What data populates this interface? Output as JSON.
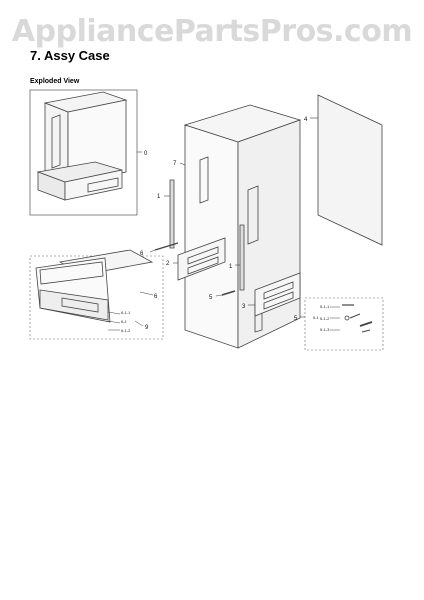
{
  "header": {
    "watermark": "AppliancePartsPros.com",
    "title": "7.  Assy Case",
    "subtitle": "Exploded View"
  },
  "callouts": {
    "c0": "0",
    "c4": "4",
    "c7": "7",
    "c1a": "1",
    "c1b": "1",
    "c6a": "6",
    "c2": "2",
    "c5a": "5",
    "c3": "3",
    "c5b": "5",
    "c6b": "6",
    "c61": "6-1",
    "c611": "6-1-1",
    "c612": "6-1-2",
    "c9": "9",
    "c51": "5-1",
    "c511": "5-1-1",
    "c512": "5-1-2",
    "c513": "5-1-3"
  },
  "colors": {
    "line": "#444444",
    "fill": "#f2f2f2",
    "watermark": "#d9d9d9"
  }
}
